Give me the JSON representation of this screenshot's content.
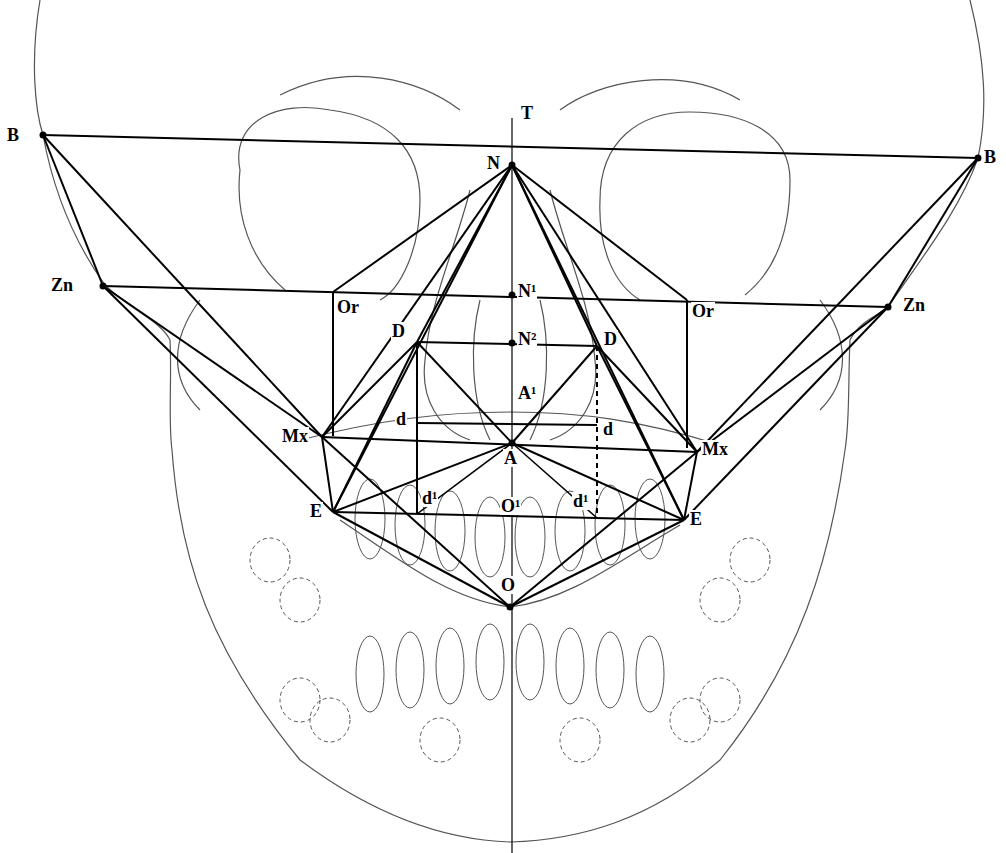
{
  "diagram": {
    "labels": [
      "T",
      "B",
      "N",
      "B",
      "N¹",
      "Zn",
      "Or",
      "Or",
      "Zn",
      "N²",
      "D",
      "D",
      "A¹",
      "d",
      "d",
      "Mx",
      "A",
      "Mx",
      "E",
      "d¹",
      "O¹",
      "d¹",
      "E",
      "O"
    ]
  }
}
